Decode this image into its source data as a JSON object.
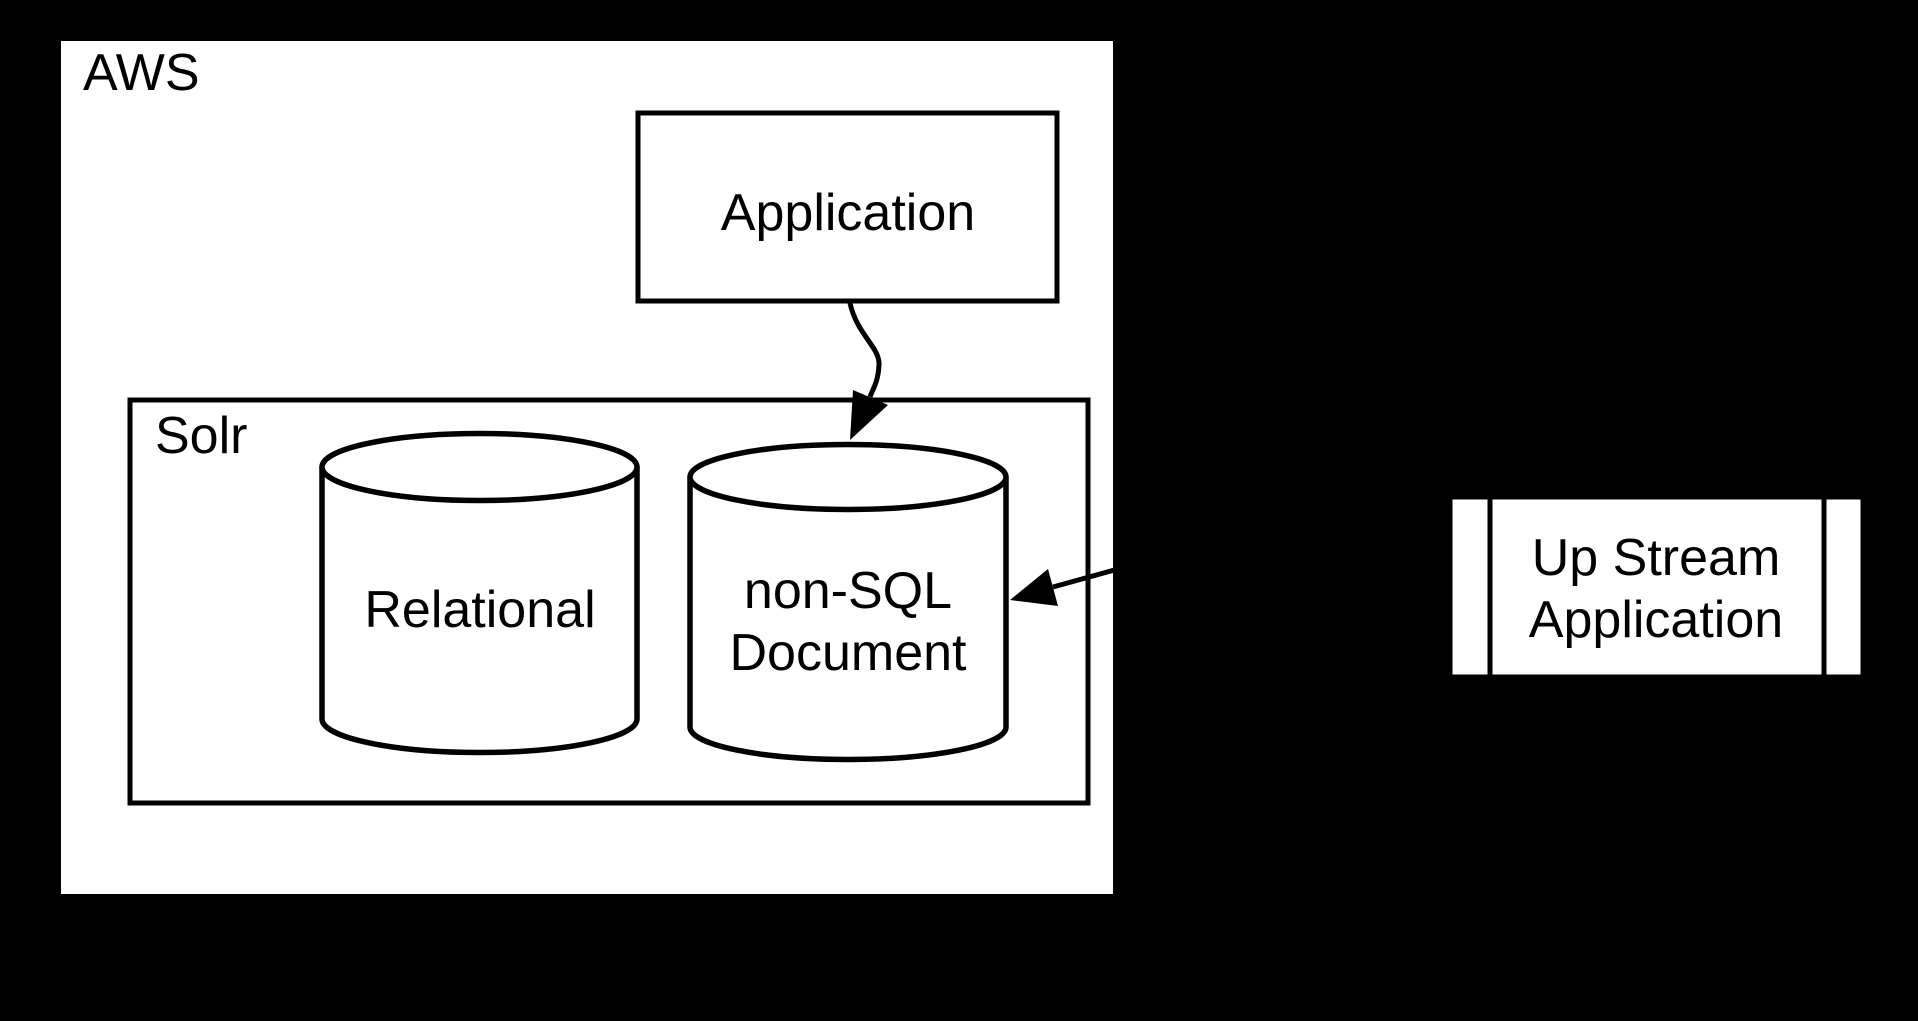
{
  "colors": {
    "background": "#000000",
    "node_fill": "#ffffff",
    "node_stroke": "#000000",
    "text": "#000000"
  },
  "diagram": {
    "aws_container": {
      "label": "AWS"
    },
    "application_node": {
      "label": "Application"
    },
    "solr_container": {
      "label": "Solr"
    },
    "relational_db": {
      "label": "Relational"
    },
    "nonsql_db": {
      "label_line1": "non-SQL",
      "label_line2": "Document"
    },
    "upstream_node": {
      "label_line1": "Up Stream",
      "label_line2": "Application"
    },
    "edges": [
      {
        "from": "Application",
        "to": "non-SQL Document",
        "style": "curved-arrow"
      },
      {
        "from": "Up Stream Application",
        "to": "non-SQL Document",
        "style": "straight-arrow"
      }
    ]
  }
}
